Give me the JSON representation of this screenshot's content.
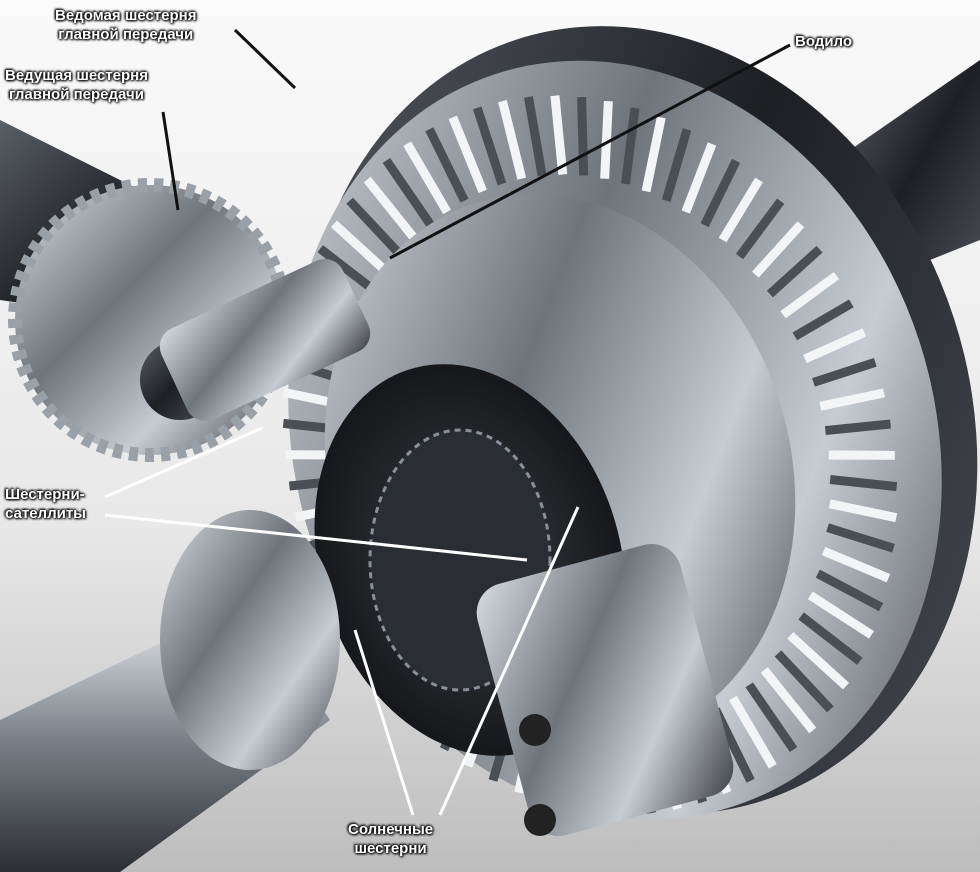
{
  "labels": {
    "driven_gear": [
      "Ведомая шестерня",
      "главной передачи"
    ],
    "drive_gear": [
      "Ведущая шестерня",
      "главной передачи"
    ],
    "carrier": "Водило",
    "planet_gears": [
      "Шестерни-",
      "сателлиты"
    ],
    "sun_gears": [
      "Солнечные",
      "шестерни"
    ]
  },
  "colors": {
    "label": "#ffffff",
    "leader": "#111111",
    "background": "#ffffff"
  }
}
